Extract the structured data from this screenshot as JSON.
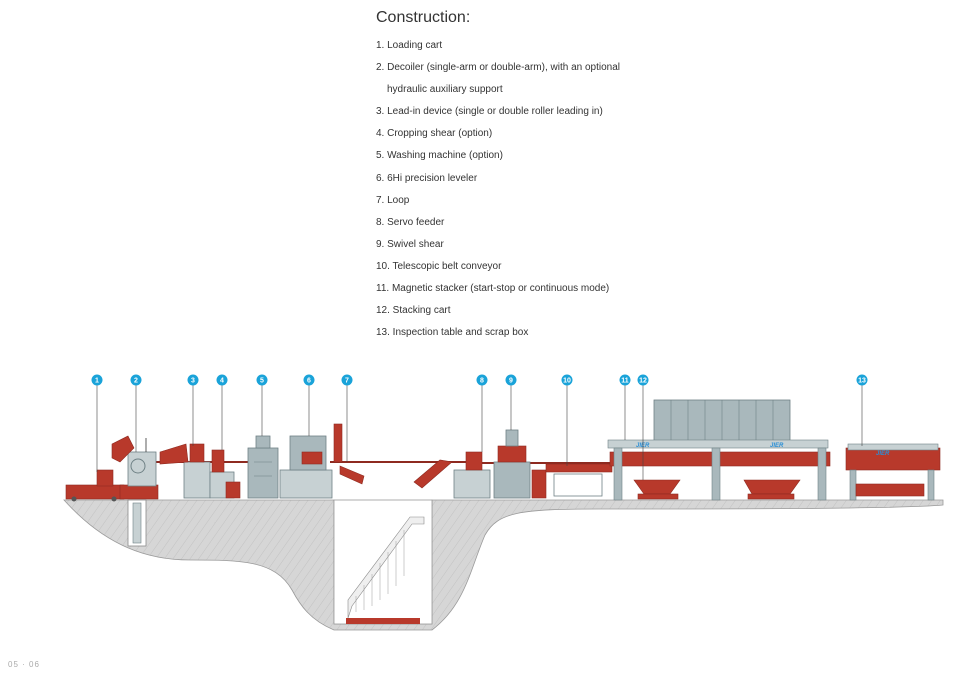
{
  "header": {
    "title": "Construction:"
  },
  "construction_list": [
    "1. Loading cart",
    "2. Decoiler (single-arm or double-arm), with an optional",
    "hydraulic auxiliary support",
    "3. Lead-in device (single or double roller leading in)",
    "4. Cropping shear (option)",
    "5. Washing machine (option)",
    "6. 6Hi precision leveler",
    "7. Loop",
    "8. Servo feeder",
    "9. Swivel shear",
    "10. Telescopic belt conveyor",
    "11. Magnetic stacker (start-stop or continuous mode)",
    "12. Stacking cart",
    "13. Inspection table and scrap box"
  ],
  "callouts": [
    "1",
    "2",
    "3",
    "4",
    "5",
    "6",
    "7",
    "8",
    "9",
    "10",
    "11",
    "12",
    "13"
  ],
  "machine_logos": [
    "JIER",
    "JIER",
    "JIER"
  ],
  "footer": {
    "page_number": "05 · 06"
  },
  "colors": {
    "machine_red": "#b8392b",
    "machine_red_dark": "#8e2a20",
    "machine_gray": "#a9b8bc",
    "machine_gray_dark": "#6f8185",
    "callout_blue": "#1aa3d9",
    "ground": "#d4d4d4"
  }
}
